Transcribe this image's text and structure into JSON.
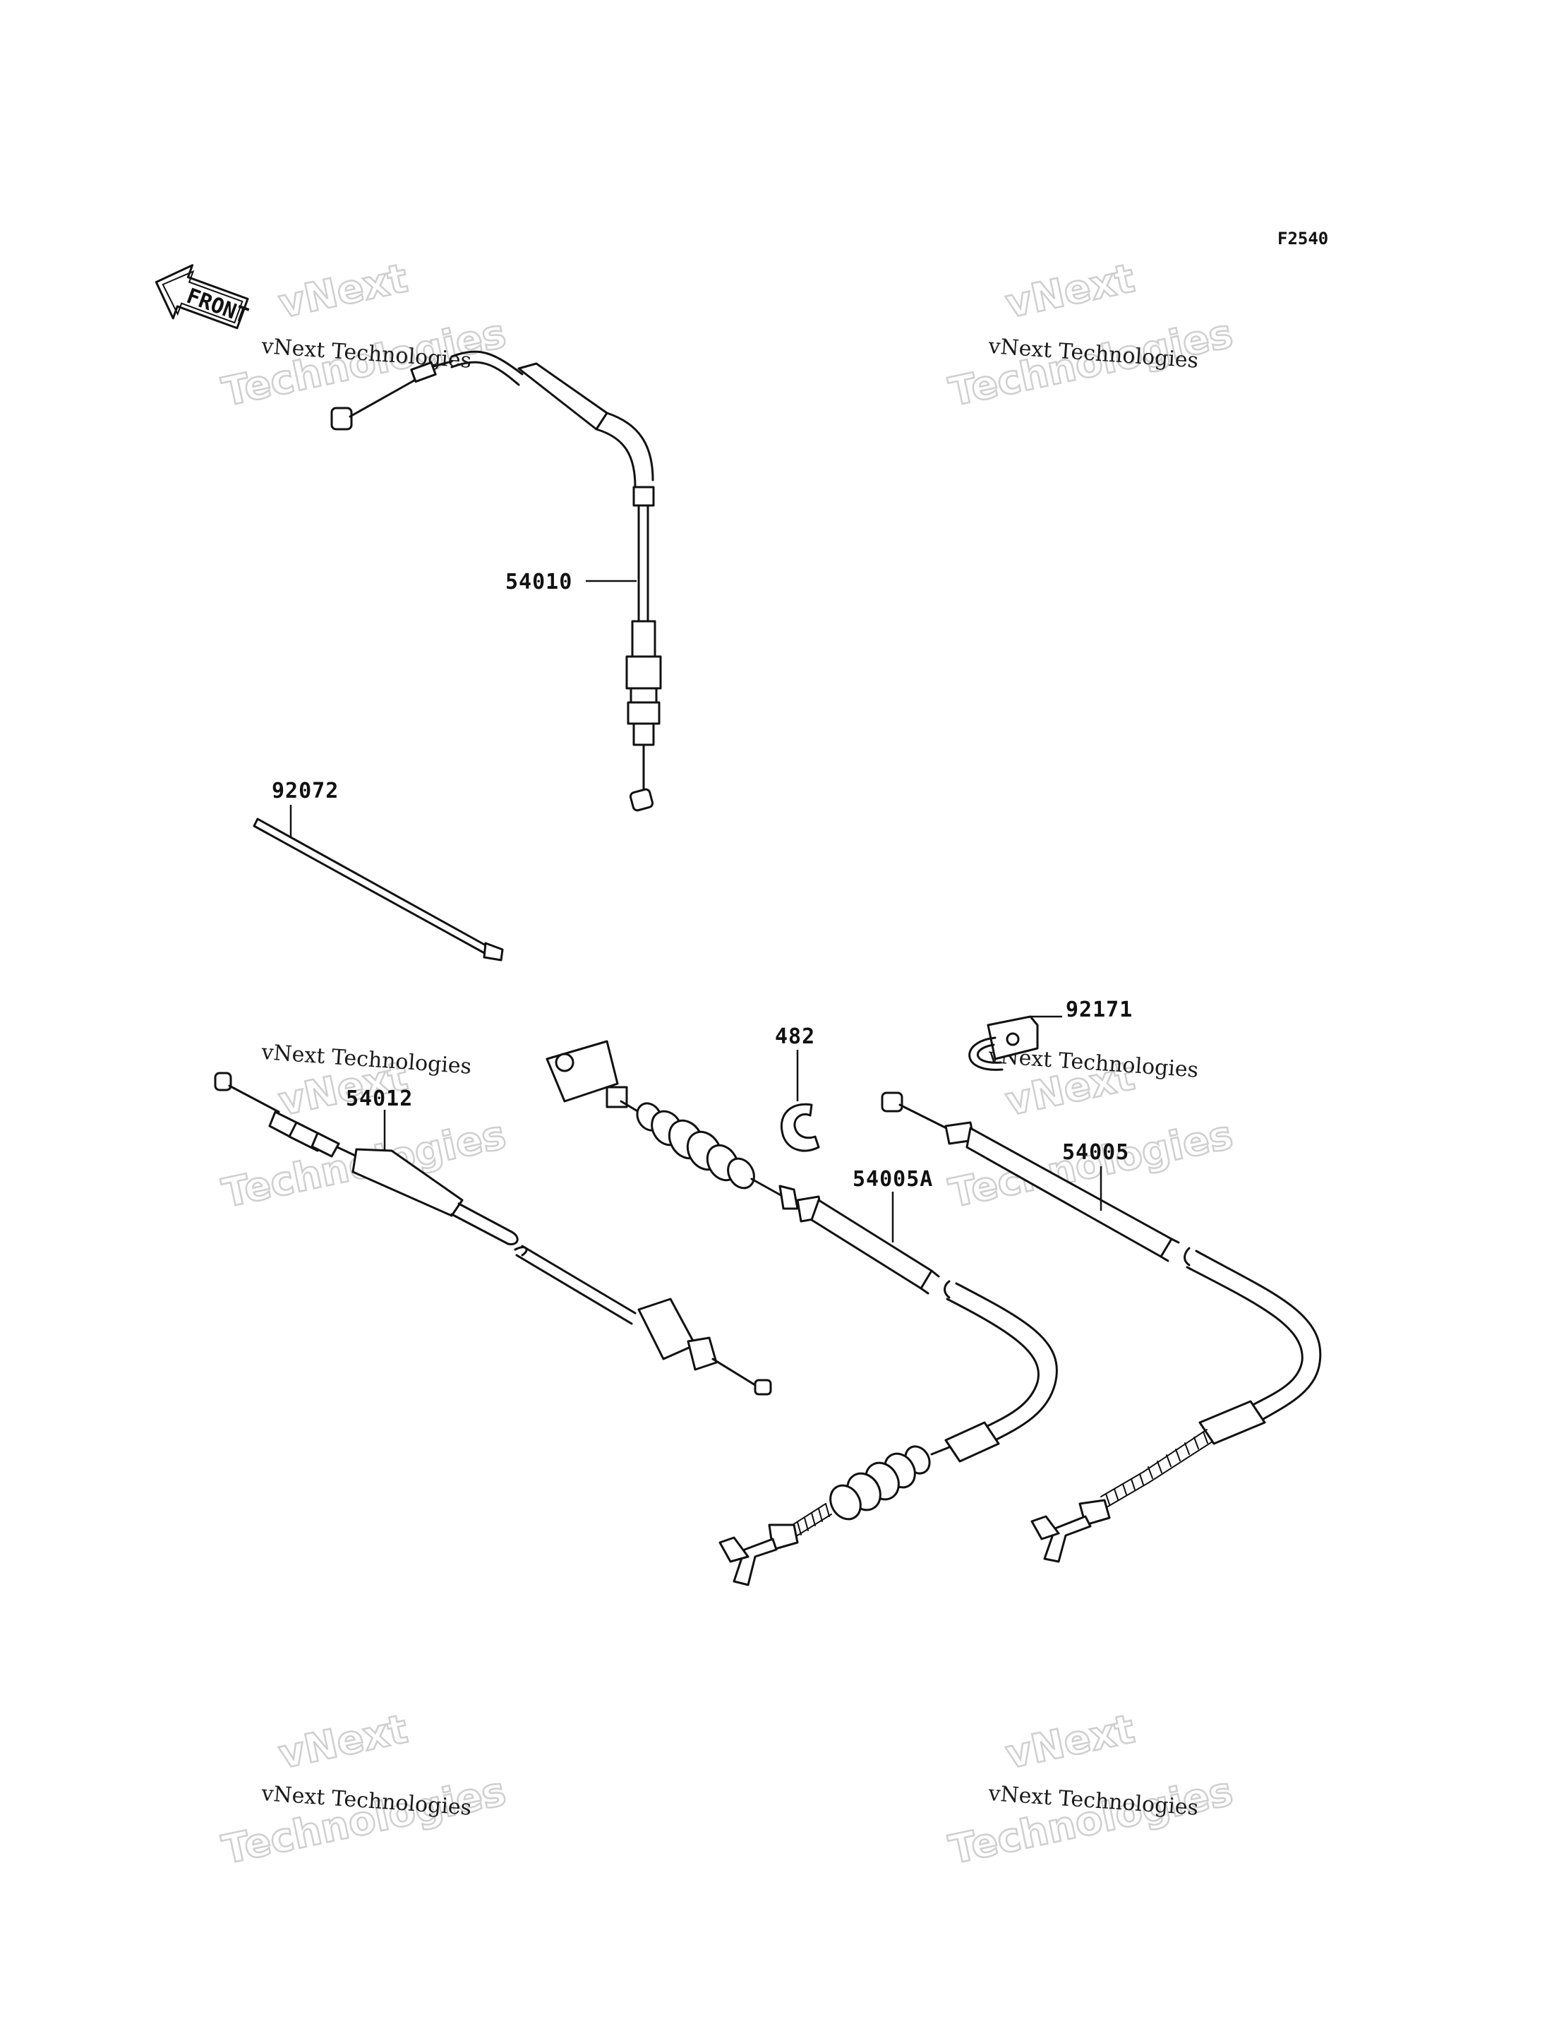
{
  "figure_code": "F2540",
  "front_arrow_label": "FRONT",
  "watermark": {
    "line1": "vNext",
    "line2": "vNext Technologies",
    "line3": "Technologies"
  },
  "parts": {
    "p54010": "54010",
    "p92072": "92072",
    "p482": "482",
    "p92171": "92171",
    "p54012": "54012",
    "p54005A": "54005A",
    "p54005": "54005"
  }
}
